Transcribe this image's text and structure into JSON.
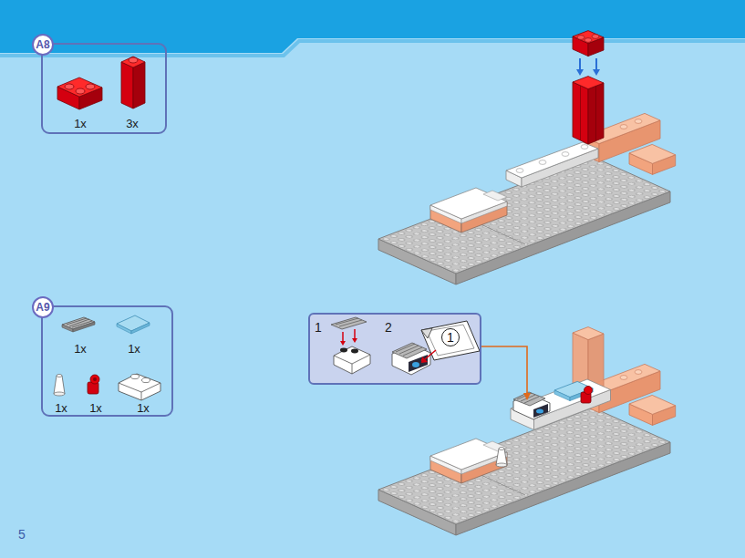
{
  "diagram": {
    "nodes": [
      {
        "text": [
          "1x",
          "3x"
        ]
      },
      {
        "text": [
          "A8"
        ],
        "in": 0
      },
      {
        "text": [
          "1x",
          "1x",
          "1x",
          "1x",
          "1x"
        ]
      },
      {
        "text": [
          "A9"
        ],
        "in": 2
      },
      {
        "text": [
          "1",
          "2"
        ]
      },
      {
        "text": [
          "1"
        ],
        "in": 4
      }
    ],
    "labels": [
      "5"
    ]
  }
}
